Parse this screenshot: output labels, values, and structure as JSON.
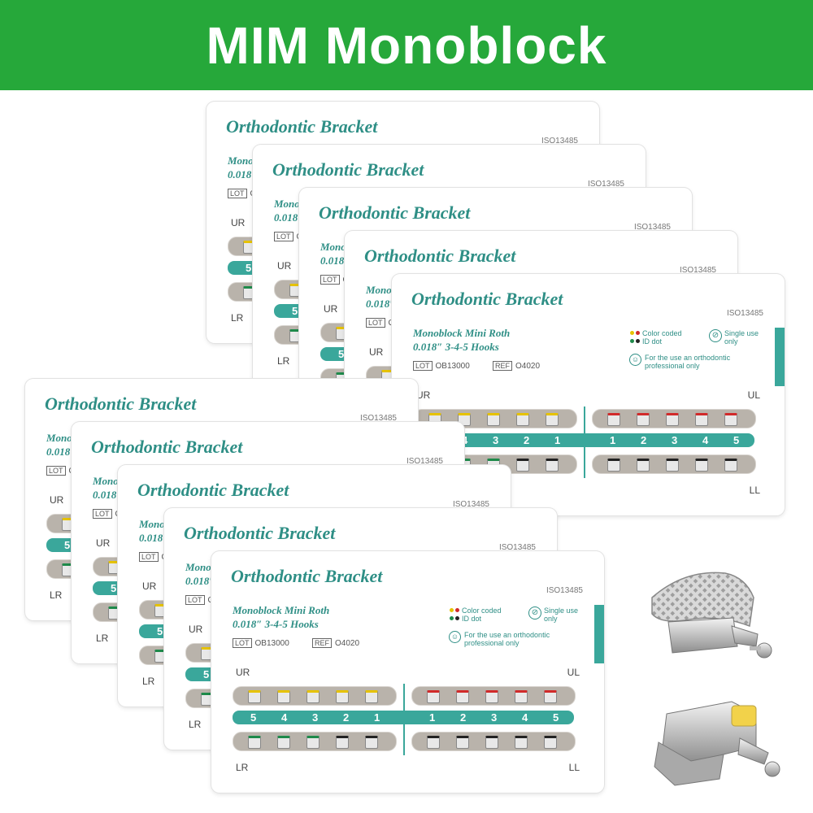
{
  "banner": {
    "title": "MIM Monoblock",
    "color": "#26a83a"
  },
  "card": {
    "title": "Orthodontic Bracket",
    "iso": "ISO13485",
    "subtitle_line1": "Monoblock Mini Roth",
    "subtitle_line2": "0.018″  3-4-5  Hooks",
    "lot_tag": "LOT",
    "lot_value": "OB13000",
    "ref_tag": "REF",
    "ref_value": "O4020",
    "legend_line1": "Color coded",
    "legend_line2": "ID dot",
    "single_line1": "Single use",
    "single_line2": "only",
    "pro_line1": "For the use an orthodontic",
    "pro_line2": "professional only",
    "label_ur": "UR",
    "label_ul": "UL",
    "label_lr": "LR",
    "label_ll": "LL",
    "numbers_left": [
      "5",
      "4",
      "3",
      "2",
      "1"
    ],
    "numbers_right": [
      "1",
      "2",
      "3",
      "4",
      "5"
    ],
    "accent_color": "#3aa79b",
    "title_color": "#2f8f86",
    "dot_colors": [
      "#e6c200",
      "#d12a2a",
      "#1e8a4a",
      "#222222"
    ]
  },
  "products": {
    "mesh_bracket": "mesh-base-bracket-with-hook",
    "side_bracket": "bracket-side-view-with-hook"
  }
}
